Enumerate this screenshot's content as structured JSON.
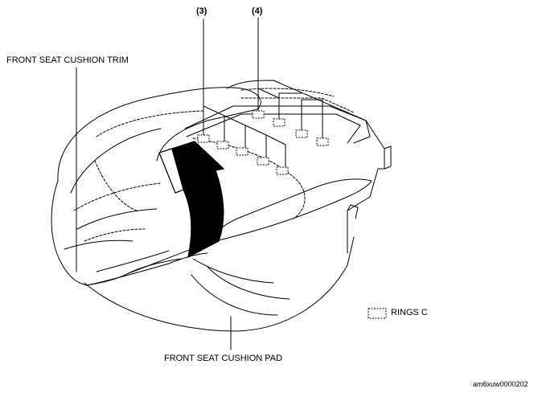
{
  "labels": {
    "callout_3": "(3)",
    "callout_4": "(4)",
    "trim": "FRONT SEAT CUSHION TRIM",
    "pad": "FRONT SEAT CUSHION PAD",
    "legend_rings": "RINGS C",
    "figure_code": "am6xuw0000202"
  },
  "colors": {
    "line": "#000000",
    "arrow": "#000000",
    "background": "#ffffff"
  }
}
